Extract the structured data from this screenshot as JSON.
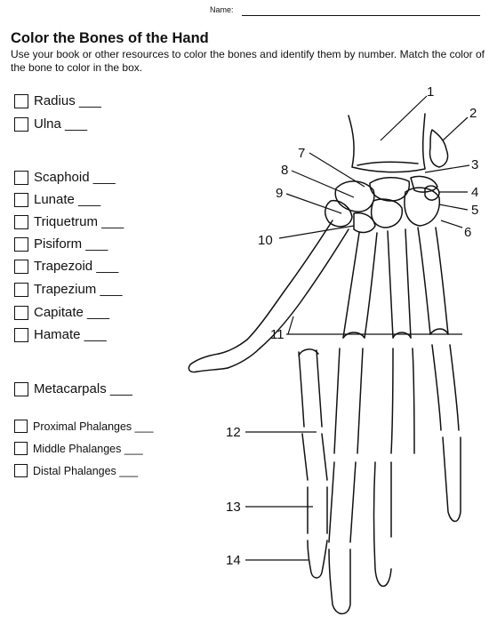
{
  "header": {
    "name_label": "Name:"
  },
  "title": "Color the Bones of the Hand",
  "instructions": "Use your book or other resources to color the bones and identify them by number.  Match the color of the bone to color in the box.",
  "checklist": [
    {
      "label": "Radius ___"
    },
    {
      "label": "Ulna ___"
    },
    {
      "label": "Scaphoid ___"
    },
    {
      "label": "Lunate ___"
    },
    {
      "label": "Triquetrum ___"
    },
    {
      "label": "Pisiform ___"
    },
    {
      "label": "Trapezoid ___"
    },
    {
      "label": "Trapezium ___"
    },
    {
      "label": "Capitate ___"
    },
    {
      "label": "Hamate ___"
    },
    {
      "label": "Metacarpals ___"
    },
    {
      "label": "Proximal Phalanges ___"
    },
    {
      "label": "Middle Phalanges ___"
    },
    {
      "label": "Distal Phalanges ___"
    }
  ],
  "diagram": {
    "callouts": [
      "1",
      "2",
      "3",
      "4",
      "5",
      "6",
      "7",
      "8",
      "9",
      "10",
      "11",
      "12",
      "13",
      "14"
    ]
  }
}
